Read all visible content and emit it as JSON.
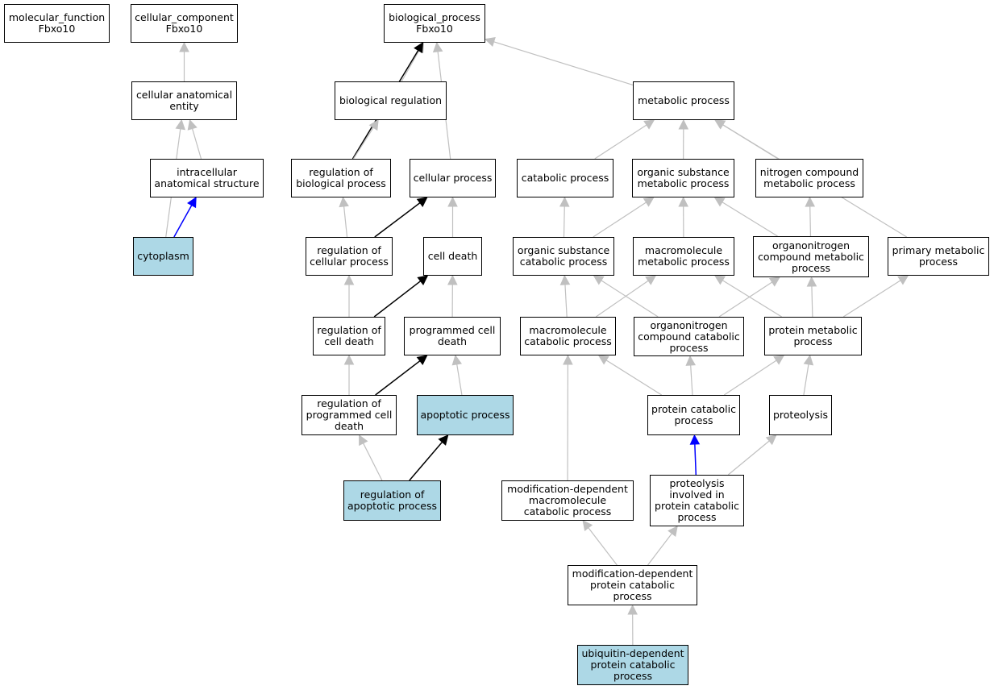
{
  "colors": {
    "node_border": "#000000",
    "node_fill": "#ffffff",
    "highlight_fill": "#add8e6",
    "edge_is_a": "#c0c0c0",
    "edge_regulates": "#000000",
    "edge_part_of": "#0000ff"
  },
  "nodes": [
    {
      "id": "mf",
      "label": "molecular_function\nFbxo10"
    },
    {
      "id": "cc",
      "label": "cellular_component\nFbxo10"
    },
    {
      "id": "bp",
      "label": "biological_process\nFbxo10"
    },
    {
      "id": "cae",
      "label": "cellular anatomical\nentity"
    },
    {
      "id": "ias",
      "label": "intracellular\nanatomical structure"
    },
    {
      "id": "cyto",
      "label": "cytoplasm",
      "highlight": true
    },
    {
      "id": "breg",
      "label": "biological regulation"
    },
    {
      "id": "rbp",
      "label": "regulation of\nbiological process"
    },
    {
      "id": "cp",
      "label": "cellular process"
    },
    {
      "id": "rcp",
      "label": "regulation of\ncellular process"
    },
    {
      "id": "cd",
      "label": "cell death"
    },
    {
      "id": "rcd",
      "label": "regulation of\ncell death"
    },
    {
      "id": "pcd",
      "label": "programmed cell\ndeath"
    },
    {
      "id": "rpcd",
      "label": "regulation of\nprogrammed cell\ndeath"
    },
    {
      "id": "ap",
      "label": "apoptotic process",
      "highlight": true
    },
    {
      "id": "rap",
      "label": "regulation of\napoptotic process",
      "highlight": true
    },
    {
      "id": "mp",
      "label": "metabolic process"
    },
    {
      "id": "catp",
      "label": "catabolic process"
    },
    {
      "id": "osmp",
      "label": "organic substance\nmetabolic process"
    },
    {
      "id": "ncmp",
      "label": "nitrogen compound\nmetabolic process"
    },
    {
      "id": "oscp",
      "label": "organic substance\ncatabolic process"
    },
    {
      "id": "mmp",
      "label": "macromolecule\nmetabolic process"
    },
    {
      "id": "oncmp",
      "label": "organonitrogen\ncompound metabolic\nprocess"
    },
    {
      "id": "pmp",
      "label": "primary metabolic\nprocess"
    },
    {
      "id": "mcp",
      "label": "macromolecule\ncatabolic process"
    },
    {
      "id": "onccp",
      "label": "organonitrogen\ncompound catabolic\nprocess"
    },
    {
      "id": "protmp",
      "label": "protein metabolic\nprocess"
    },
    {
      "id": "pcp",
      "label": "protein catabolic\nprocess"
    },
    {
      "id": "prot",
      "label": "proteolysis"
    },
    {
      "id": "mdmcp",
      "label": "modification-dependent\nmacromolecule\ncatabolic process"
    },
    {
      "id": "pipcp",
      "label": "proteolysis\ninvolved in\nprotein catabolic\nprocess"
    },
    {
      "id": "mdpcp",
      "label": "modification-dependent\nprotein catabolic\nprocess"
    },
    {
      "id": "udpcp",
      "label": "ubiquitin-dependent\nprotein catabolic\nprocess",
      "highlight": true
    }
  ],
  "edges": [
    {
      "from": "cae",
      "to": "cc",
      "type": "is_a"
    },
    {
      "from": "ias",
      "to": "cae",
      "type": "is_a"
    },
    {
      "from": "cyto",
      "to": "cae",
      "type": "is_a"
    },
    {
      "from": "cyto",
      "to": "ias",
      "type": "part_of"
    },
    {
      "from": "breg",
      "to": "bp",
      "type": "is_a"
    },
    {
      "from": "rbp",
      "to": "bp",
      "type": "regulates"
    },
    {
      "from": "rbp",
      "to": "breg",
      "type": "is_a"
    },
    {
      "from": "cp",
      "to": "bp",
      "type": "is_a"
    },
    {
      "from": "mp",
      "to": "bp",
      "type": "is_a"
    },
    {
      "from": "rcp",
      "to": "rbp",
      "type": "is_a"
    },
    {
      "from": "rcp",
      "to": "cp",
      "type": "regulates"
    },
    {
      "from": "cd",
      "to": "cp",
      "type": "is_a"
    },
    {
      "from": "rcd",
      "to": "rcp",
      "type": "is_a"
    },
    {
      "from": "rcd",
      "to": "cd",
      "type": "regulates"
    },
    {
      "from": "pcd",
      "to": "cd",
      "type": "is_a"
    },
    {
      "from": "rpcd",
      "to": "rcd",
      "type": "is_a"
    },
    {
      "from": "rpcd",
      "to": "pcd",
      "type": "regulates"
    },
    {
      "from": "ap",
      "to": "pcd",
      "type": "is_a"
    },
    {
      "from": "rap",
      "to": "rpcd",
      "type": "is_a"
    },
    {
      "from": "rap",
      "to": "ap",
      "type": "regulates"
    },
    {
      "from": "catp",
      "to": "mp",
      "type": "is_a"
    },
    {
      "from": "osmp",
      "to": "mp",
      "type": "is_a"
    },
    {
      "from": "ncmp",
      "to": "mp",
      "type": "is_a"
    },
    {
      "from": "pmp",
      "to": "mp",
      "type": "is_a"
    },
    {
      "from": "oscp",
      "to": "catp",
      "type": "is_a"
    },
    {
      "from": "oscp",
      "to": "osmp",
      "type": "is_a"
    },
    {
      "from": "mmp",
      "to": "osmp",
      "type": "is_a"
    },
    {
      "from": "oncmp",
      "to": "osmp",
      "type": "is_a"
    },
    {
      "from": "oncmp",
      "to": "ncmp",
      "type": "is_a"
    },
    {
      "from": "mcp",
      "to": "oscp",
      "type": "is_a"
    },
    {
      "from": "mcp",
      "to": "mmp",
      "type": "is_a"
    },
    {
      "from": "onccp",
      "to": "oscp",
      "type": "is_a"
    },
    {
      "from": "onccp",
      "to": "oncmp",
      "type": "is_a"
    },
    {
      "from": "protmp",
      "to": "mmp",
      "type": "is_a"
    },
    {
      "from": "protmp",
      "to": "oncmp",
      "type": "is_a"
    },
    {
      "from": "protmp",
      "to": "pmp",
      "type": "is_a"
    },
    {
      "from": "pcp",
      "to": "mcp",
      "type": "is_a"
    },
    {
      "from": "pcp",
      "to": "onccp",
      "type": "is_a"
    },
    {
      "from": "pcp",
      "to": "protmp",
      "type": "is_a"
    },
    {
      "from": "prot",
      "to": "protmp",
      "type": "is_a"
    },
    {
      "from": "mdmcp",
      "to": "mcp",
      "type": "is_a"
    },
    {
      "from": "pipcp",
      "to": "pcp",
      "type": "part_of"
    },
    {
      "from": "pipcp",
      "to": "prot",
      "type": "is_a"
    },
    {
      "from": "mdpcp",
      "to": "mdmcp",
      "type": "is_a"
    },
    {
      "from": "mdpcp",
      "to": "pipcp",
      "type": "is_a"
    },
    {
      "from": "udpcp",
      "to": "mdpcp",
      "type": "is_a"
    }
  ]
}
